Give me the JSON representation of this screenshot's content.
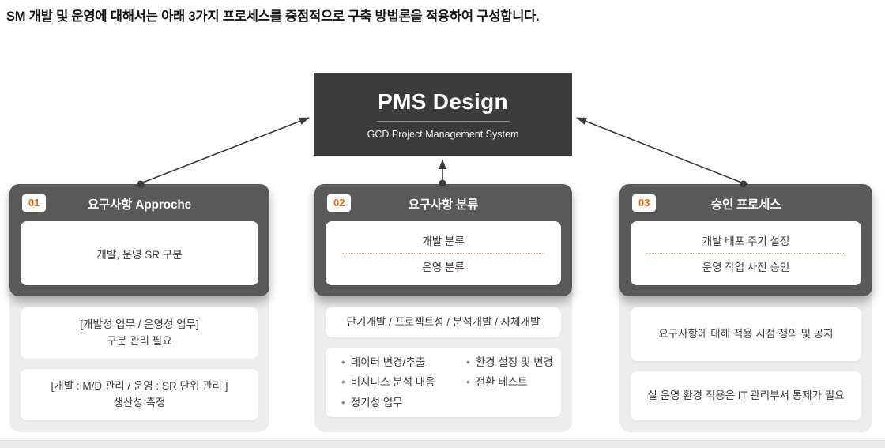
{
  "heading": "SM 개발 및 운영에 대해서는 아래 3가지 프로세스를 중점적으로 구축 방법론을 적용하여 구성합니다.",
  "pms": {
    "title": "PMS Design",
    "subtitle": "GCD Project Management System"
  },
  "colors": {
    "accent_orange": "#e96a1a",
    "pms_box": "#3b3b3b",
    "column_header": "#595959",
    "panel_gray": "#ededed",
    "arrow": "#3c3c3c"
  },
  "columns": [
    {
      "number": "01",
      "title": "요구사항 Approche",
      "header_lines": [
        "개발, 운영 SR 구분"
      ],
      "cards": [
        {
          "lines": [
            "[개발성 업무 / 운영성 업무]",
            "구분 관리 필요"
          ]
        },
        {
          "lines": [
            "[개발 : M/D 관리 / 운영 : SR 단위 관리 ]",
            "생산성 측정"
          ]
        }
      ]
    },
    {
      "number": "02",
      "title": "요구사항 분류",
      "header_lines": [
        "개발 분류",
        "운영 분류"
      ],
      "cards": [
        {
          "lines": [
            "단기개발 / 프로젝트성 / 분석개발 / 자체개발"
          ]
        },
        {
          "bullets_left": [
            "데이터 변경/추출",
            "비지니스 분석 대응",
            "정기성 업무"
          ],
          "bullets_right": [
            "환경 설정 및 변경",
            "전환 테스트"
          ]
        }
      ]
    },
    {
      "number": "03",
      "title": "승인 프로세스",
      "header_lines": [
        "개발 배포 주기 설정",
        "운영 작업 사전 승인"
      ],
      "cards": [
        {
          "lines": [
            "요구사항에 대해 적용 시점 정의 및 공지"
          ]
        },
        {
          "lines": [
            "실 운영 환경 적용은 IT 관리부서 통제가 필요"
          ]
        }
      ]
    }
  ]
}
